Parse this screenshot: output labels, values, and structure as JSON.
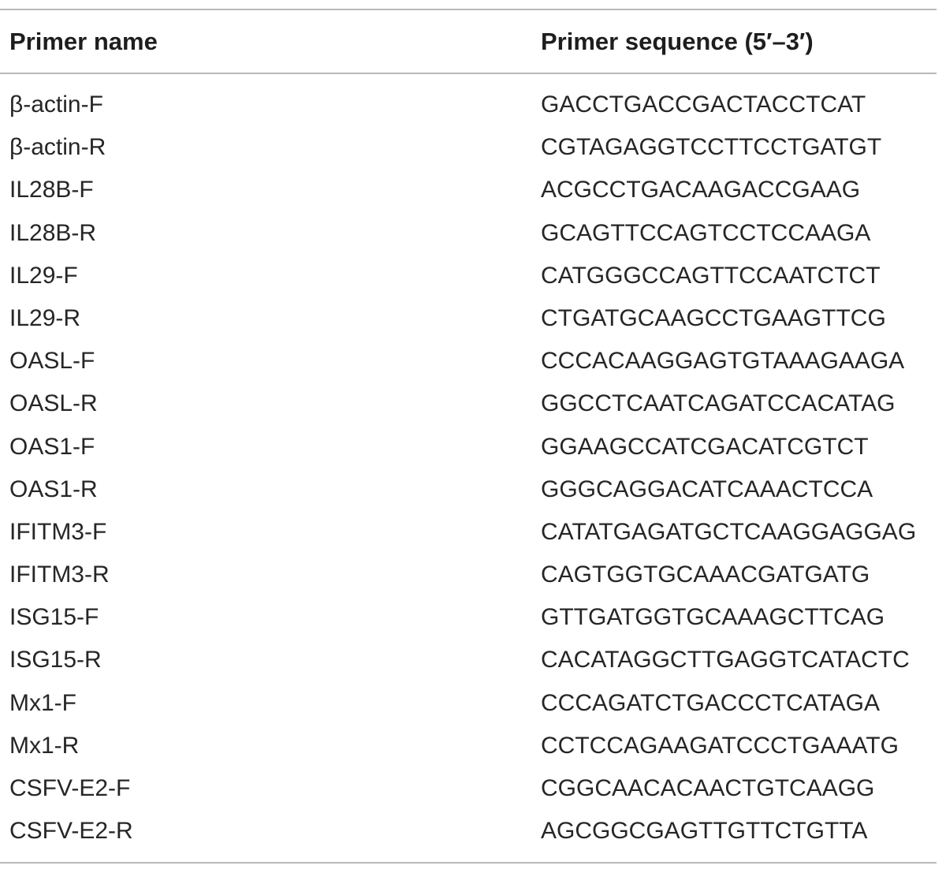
{
  "table": {
    "headers": {
      "name": "Primer name",
      "sequence": "Primer sequence (5′–3′)"
    },
    "rows": [
      {
        "name": "β-actin-F",
        "sequence": "GACCTGACCGACTACCTCAT"
      },
      {
        "name": "β-actin-R",
        "sequence": "CGTAGAGGTCCTTCCTGATGT"
      },
      {
        "name": "IL28B-F",
        "sequence": "ACGCCTGACAAGACCGAAG"
      },
      {
        "name": "IL28B-R",
        "sequence": "GCAGTTCCAGTCCTCCAAGA"
      },
      {
        "name": "IL29-F",
        "sequence": "CATGGGCCAGTTCCAATCTCT"
      },
      {
        "name": "IL29-R",
        "sequence": "CTGATGCAAGCCTGAAGTTCG"
      },
      {
        "name": "OASL-F",
        "sequence": "CCCACAAGGAGTGTAAAGAAGA"
      },
      {
        "name": "OASL-R",
        "sequence": "GGCCTCAATCAGATCCACATAG"
      },
      {
        "name": "OAS1-F",
        "sequence": "GGAAGCCATCGACATCGTCT"
      },
      {
        "name": "OAS1-R",
        "sequence": "GGGCAGGACATCAAACTCCA"
      },
      {
        "name": "IFITM3-F",
        "sequence": "CATATGAGATGCTCAAGGAGGAG"
      },
      {
        "name": "IFITM3-R",
        "sequence": "CAGTGGTGCAAACGATGATG"
      },
      {
        "name": "ISG15-F",
        "sequence": "GTTGATGGTGCAAAGCTTCAG"
      },
      {
        "name": "ISG15-R",
        "sequence": "CACATAGGCTTGAGGTCATACTC"
      },
      {
        "name": "Mx1-F",
        "sequence": "CCCAGATCTGACCCTCATAGA"
      },
      {
        "name": "Mx1-R",
        "sequence": "CCTCCAGAAGATCCCTGAAATG"
      },
      {
        "name": "CSFV-E2-F",
        "sequence": "CGGCAACACAACTGTCAAGG"
      },
      {
        "name": "CSFV-E2-R",
        "sequence": "AGCGGCGAGTTGTTCTGTTA"
      }
    ]
  }
}
